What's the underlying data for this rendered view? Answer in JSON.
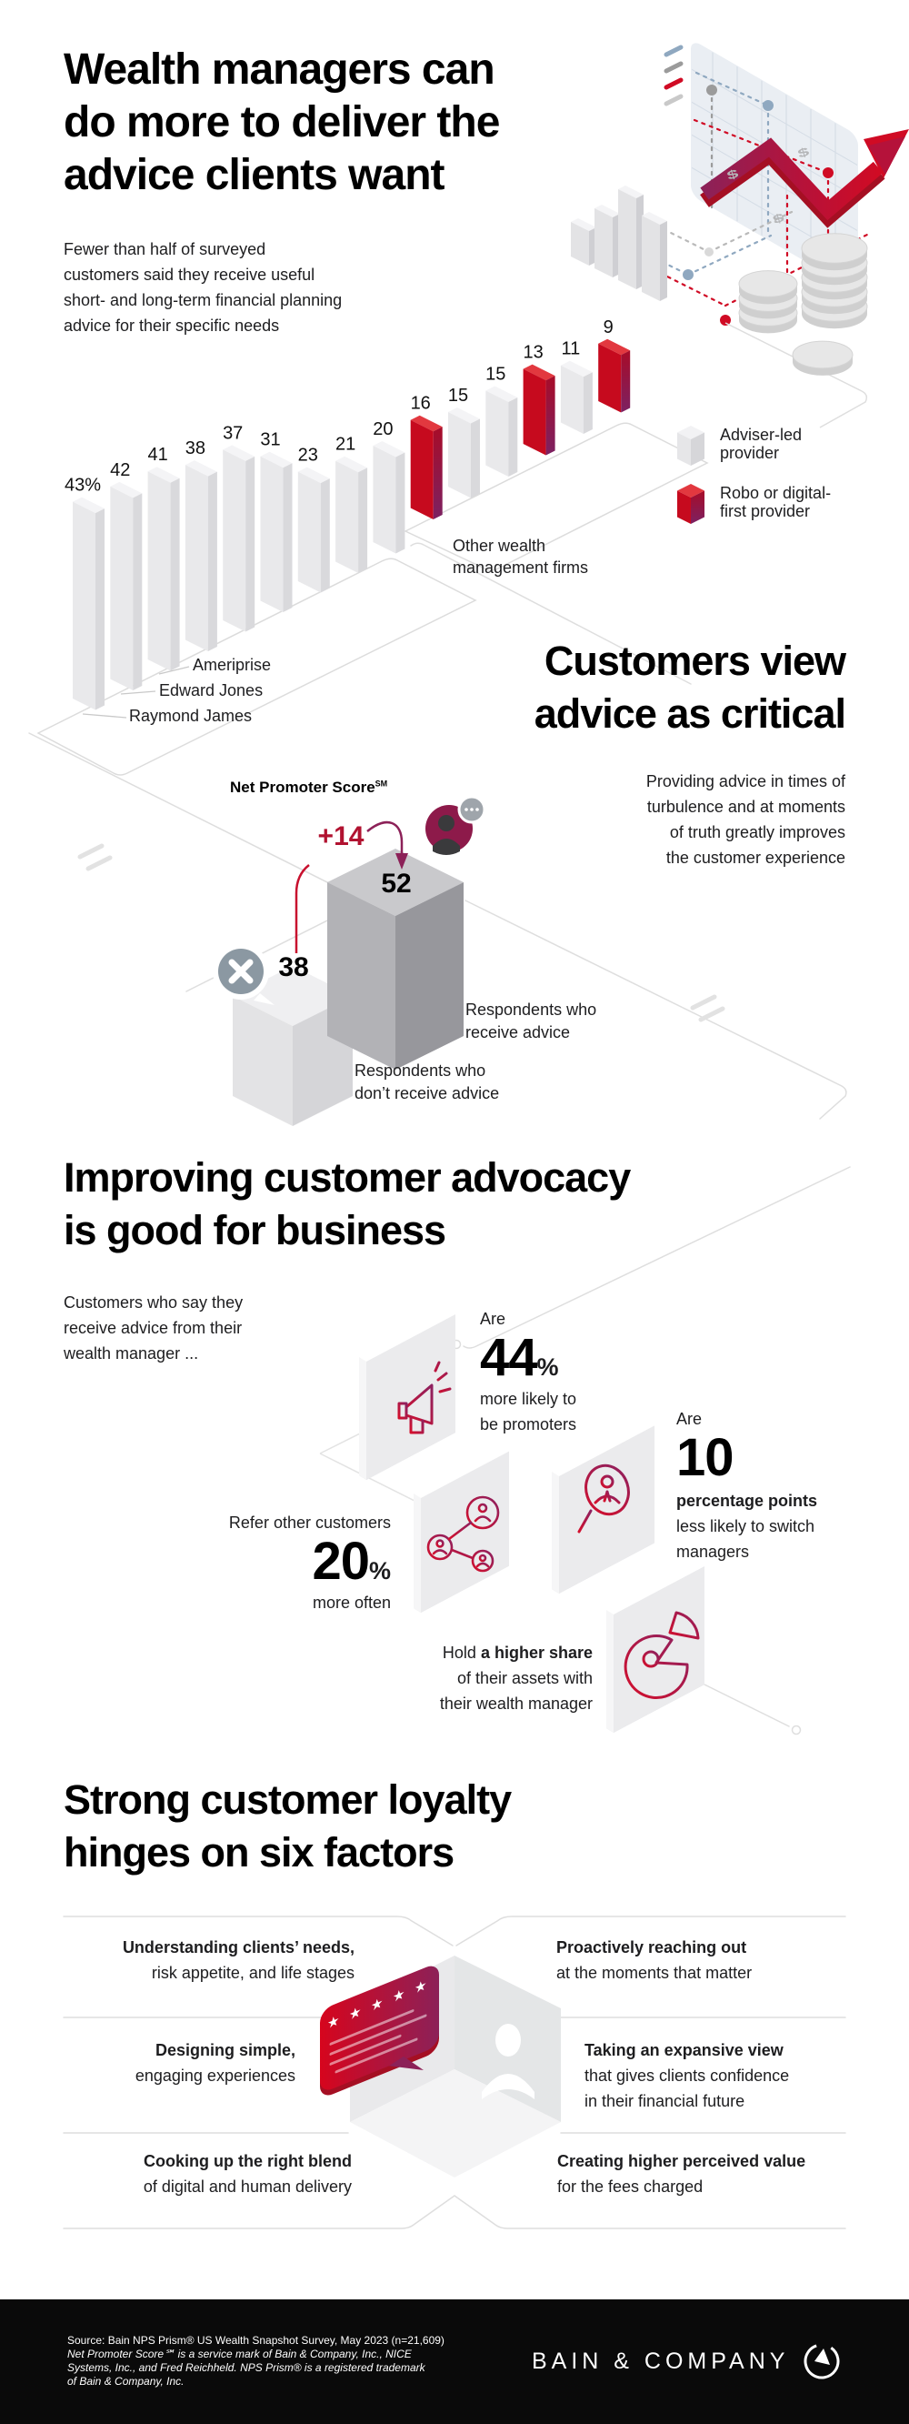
{
  "theme": {
    "red": "#c60a1e",
    "red_bright": "#d00b24",
    "red_top": "#e2383f",
    "purple": "#8c2158",
    "gray_bar_front": "#e9e9eb",
    "gray_bar_side": "#d9d9dc",
    "gray_bar_top": "#f4f4f6",
    "faint_line": "#dedede",
    "text": "#1d1d1f"
  },
  "header": {
    "title": "Wealth managers can\ndo more to deliver the\nadvice clients want",
    "subtitle": "Fewer than half of surveyed\ncustomers said they receive useful\nshort- and long-term financial planning\nadvice for their specific needs"
  },
  "survey_chart": {
    "chart_data": {
      "type": "bar",
      "title": "Share of surveyed customers who receive useful short- and long-term financial planning advice",
      "unit": "%",
      "values": [
        43,
        42,
        41,
        38,
        37,
        31,
        23,
        21,
        20,
        16,
        15,
        15,
        13,
        11,
        9
      ],
      "value_labels": [
        "43%",
        "42",
        "41",
        "38",
        "37",
        "31",
        "23",
        "21",
        "20",
        "16",
        "15",
        "15",
        "13",
        "11",
        "9"
      ],
      "provider_type": [
        "adviser",
        "adviser",
        "adviser",
        "adviser",
        "adviser",
        "adviser",
        "adviser",
        "adviser",
        "adviser",
        "robo",
        "adviser",
        "adviser",
        "robo",
        "adviser",
        "robo"
      ],
      "named_firms": [
        "Raymond James",
        "Edward Jones",
        "Ameriprise"
      ],
      "group_label": "Other wealth\nmanagement firms",
      "legend_position": "right"
    },
    "legend": [
      {
        "label": "Adviser-led\nprovider",
        "type": "adviser"
      },
      {
        "label": "Robo or digital-\nfirst provider",
        "type": "robo"
      }
    ]
  },
  "section2": {
    "heading": "Customers view\nadvice as critical",
    "nps_label": "Net Promoter Score",
    "nps_sup": "SM",
    "delta": "+14",
    "score_advice": "52",
    "score_no_advice": "38",
    "caption_advice": "Respondents who\nreceive advice",
    "caption_no_advice": "Respondents who\ndon’t receive advice",
    "paragraph": "Providing advice in times of\nturbulence and at moments\nof truth greatly improves\nthe customer experience",
    "chart_data": {
      "type": "bar",
      "title": "Net Promoter Score",
      "categories": [
        "Respondents who don’t receive advice",
        "Respondents who receive advice"
      ],
      "values": [
        38,
        52
      ],
      "annotation": "+14"
    }
  },
  "section3": {
    "heading": "Improving customer advocacy\nis good for business",
    "intro": "Customers who say they\nreceive advice from their\nwealth manager ...",
    "stats": [
      {
        "lead": "Are",
        "num": "44",
        "unit": "%",
        "desc": "more likely to\nbe promoters",
        "icon": "megaphone"
      },
      {
        "lead": "Refer other customers",
        "num": "20",
        "unit": "%",
        "desc": "more often",
        "icon": "referral-network"
      },
      {
        "lead": "Are",
        "num": "10",
        "unit": "",
        "bold_desc": "percentage points",
        "desc": "less likely to switch\nmanagers",
        "icon": "magnifier-person"
      },
      {
        "pre": "Hold ",
        "bold": "a higher share",
        "desc": "of their assets with\ntheir wealth manager",
        "icon": "pie-chart"
      }
    ]
  },
  "section4": {
    "heading": "Strong customer loyalty\nhinges on six factors",
    "factors": [
      {
        "bold": "Understanding clients’ needs,",
        "rest": "risk appetite, and life stages"
      },
      {
        "bold": "Proactively reaching out",
        "rest": "at the moments that matter"
      },
      {
        "bold": "Designing simple,",
        "rest": "engaging experiences"
      },
      {
        "bold": "Taking an expansive view",
        "rest": "that gives clients confidence\nin their financial future"
      },
      {
        "bold": "Cooking up the right blend",
        "rest": "of digital and human delivery"
      },
      {
        "bold": "Creating higher perceived value",
        "rest": "for the fees charged"
      }
    ]
  },
  "footer": {
    "source_line": "Source: Bain NPS Prism® US Wealth Snapshot Survey, May 2023 (n=21,609)",
    "legal_lines": "Net Promoter Score℠ is a service mark of Bain & Company, Inc., NICE\nSystems, Inc., and Fred Reichheld. NPS Prism® is a registered trademark\nof Bain & Company, Inc.",
    "brand": "BAIN & COMPANY"
  }
}
